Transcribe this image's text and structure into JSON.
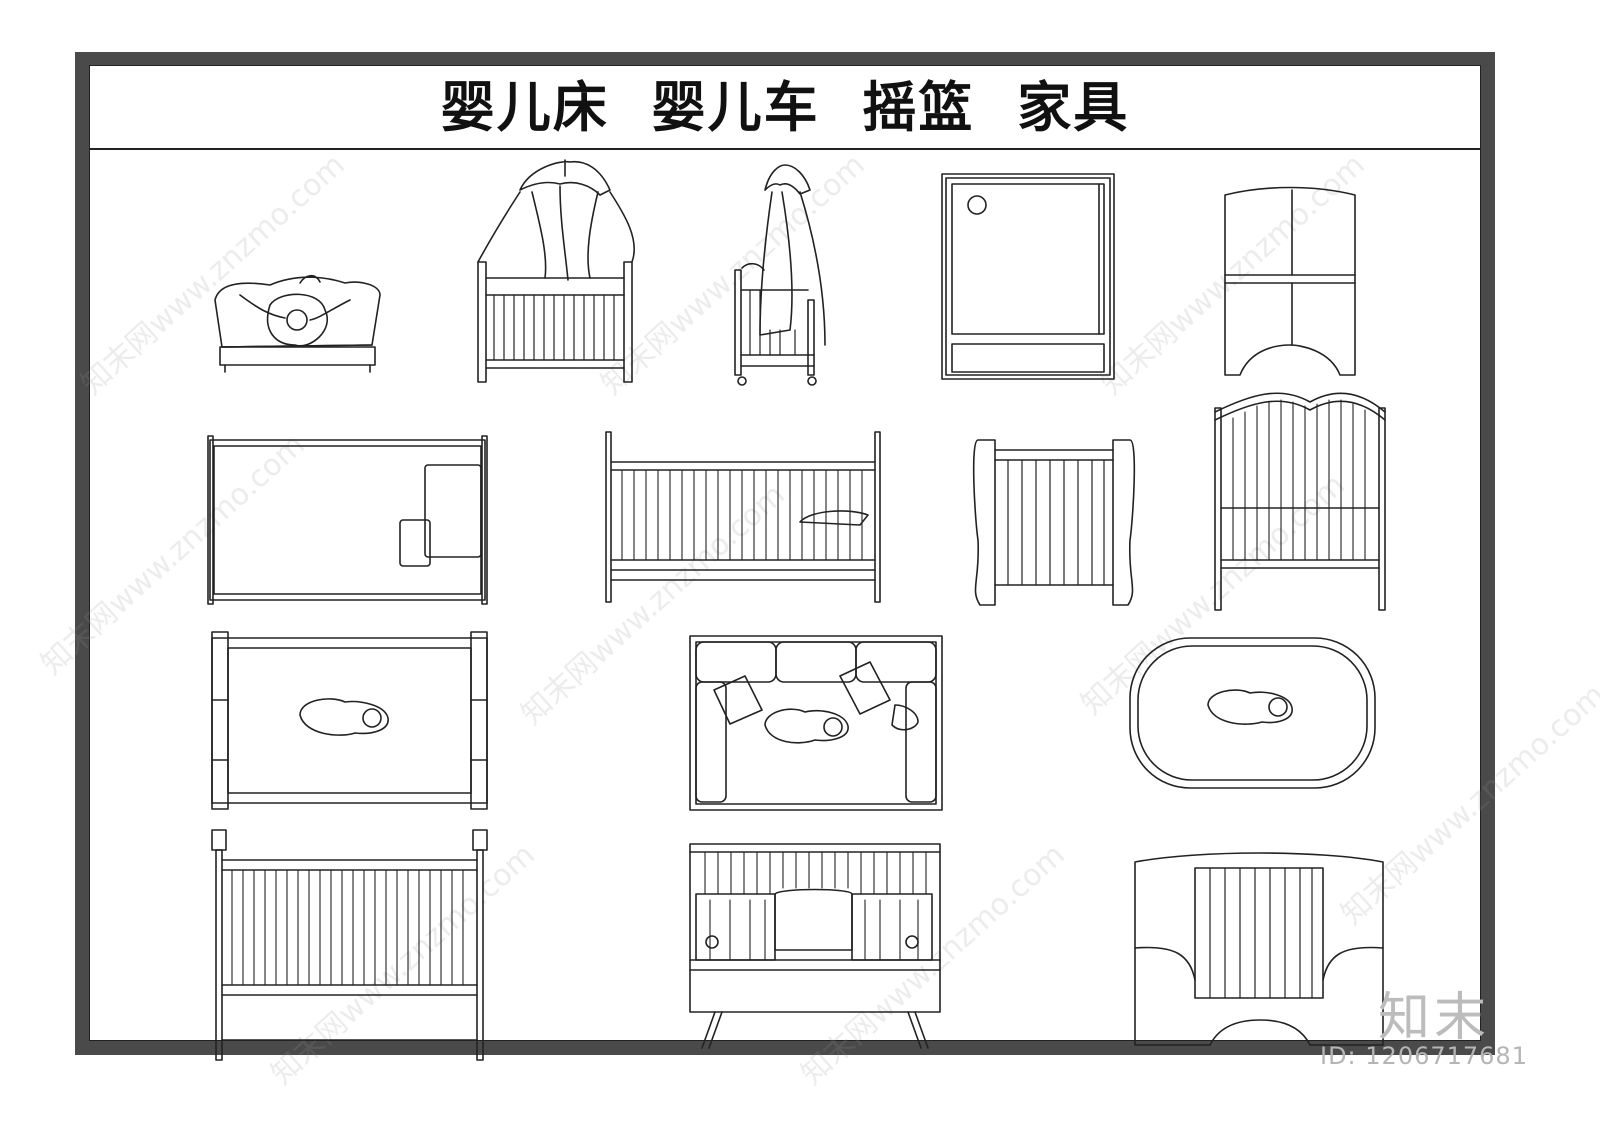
{
  "sheet": {
    "title": "婴儿床  婴儿车  摇篮  家具"
  },
  "watermark": {
    "text": "知末网www.znzmo.com",
    "brand": "知末",
    "id_label": "ID: 1206717681"
  },
  "drawings": [
    {
      "name": "bassinet-with-bow-elevation"
    },
    {
      "name": "canopy-crib-front-elevation"
    },
    {
      "name": "canopy-crib-side-elevation"
    },
    {
      "name": "cabinet-front-elevation"
    },
    {
      "name": "curved-wardrobe-elevation"
    },
    {
      "name": "crib-plan-with-pillows"
    },
    {
      "name": "crib-long-elevation-with-pillow"
    },
    {
      "name": "sleigh-crib-end-elevation"
    },
    {
      "name": "arched-crib-end-elevation"
    },
    {
      "name": "crib-plan-with-baby"
    },
    {
      "name": "sofa-crib-plan-with-baby"
    },
    {
      "name": "oval-crib-plan-with-baby"
    },
    {
      "name": "crib-with-finials-elevation"
    },
    {
      "name": "convertible-crib-with-legs-elevation"
    },
    {
      "name": "curved-crib-end-elevation"
    }
  ],
  "colors": {
    "frame": "#4a4a4a",
    "line": "#222222",
    "watermark": "#bcbcbc"
  }
}
